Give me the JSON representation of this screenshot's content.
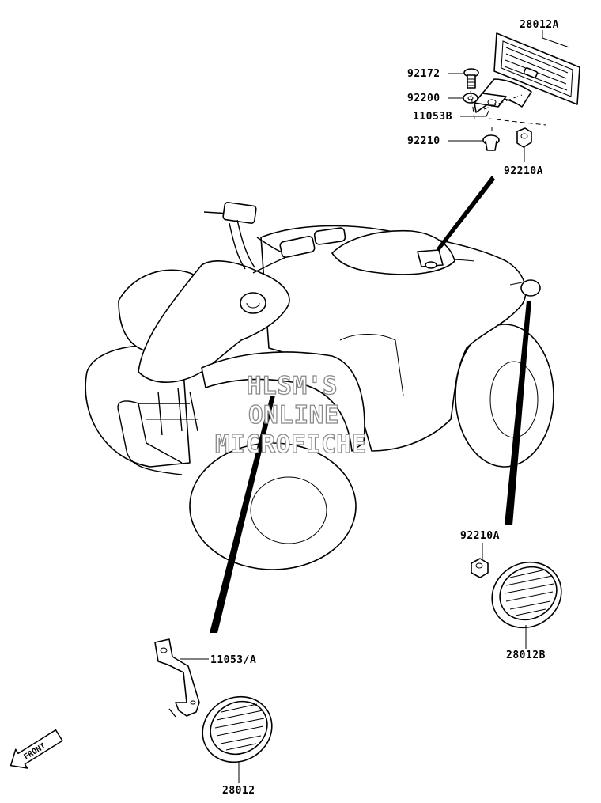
{
  "parts": {
    "reflector_rear_center": "28012A",
    "bolt": "92172",
    "washer": "92200",
    "bracket_rear": "11053B",
    "grommet": "92210",
    "nut_rear": "92210A",
    "nut_side": "92210A",
    "reflector_side_right": "28012B",
    "bracket_front": "11053/A",
    "reflector_side_left": "28012"
  },
  "watermark": {
    "line1": "HLSM'S",
    "line2": "ONLINE",
    "line3": "MICROFICHE"
  },
  "front_arrow_label": "FRONT",
  "colors": {
    "ink": "#000000",
    "background": "#ffffff",
    "watermark_outline": "#8a8a8a"
  }
}
